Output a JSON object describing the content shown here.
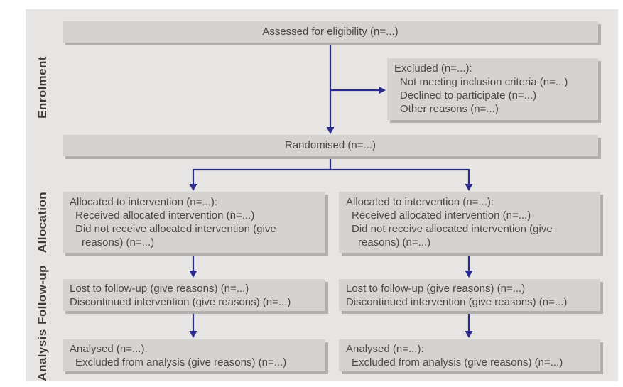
{
  "colors": {
    "box_fill": "#d5d3d0",
    "box_shadow": "#b1aeab",
    "box_text": "#4b4948",
    "label_text": "#3e3a39",
    "arrow": "#2b2b8e",
    "panel_bg": "#e6e5e4",
    "page_bg": "#ffffff"
  },
  "sections": [
    {
      "label": "Enrolment"
    },
    {
      "label": "Allocation"
    },
    {
      "label": "Follow-up"
    },
    {
      "label": "Analysis"
    }
  ],
  "boxes": {
    "assessed": {
      "text": "Assessed for eligibility (n=...)"
    },
    "excluded": {
      "lines": [
        "Excluded (n=...):",
        "Not meeting inclusion criteria (n=...)",
        "Declined to participate (n=...)",
        "Other reasons (n=...)"
      ]
    },
    "randomised": {
      "text": "Randomised (n=...)"
    },
    "allocated_left": {
      "lines": [
        "Allocated to intervention (n=...):",
        "Received allocated intervention (n=...)",
        "Did not receive allocated intervention (give",
        "reasons) (n=...)"
      ]
    },
    "allocated_right": {
      "lines": [
        "Allocated to intervention (n=...):",
        "Received allocated intervention (n=...)",
        "Did not receive allocated intervention (give",
        "reasons) (n=...)"
      ]
    },
    "followup_left": {
      "lines": [
        "Lost to follow-up (give reasons) (n=...)",
        "Discontinued intervention (give reasons) (n=...)"
      ]
    },
    "followup_right": {
      "lines": [
        "Lost to follow-up (give reasons) (n=...)",
        "Discontinued intervention (give reasons) (n=...)"
      ]
    },
    "analysed_left": {
      "lines": [
        "Analysed (n=...):",
        "Excluded from analysis (give reasons) (n=...)"
      ]
    },
    "analysed_right": {
      "lines": [
        "Analysed (n=...):",
        "Excluded from analysis (give reasons) (n=...)"
      ]
    }
  }
}
